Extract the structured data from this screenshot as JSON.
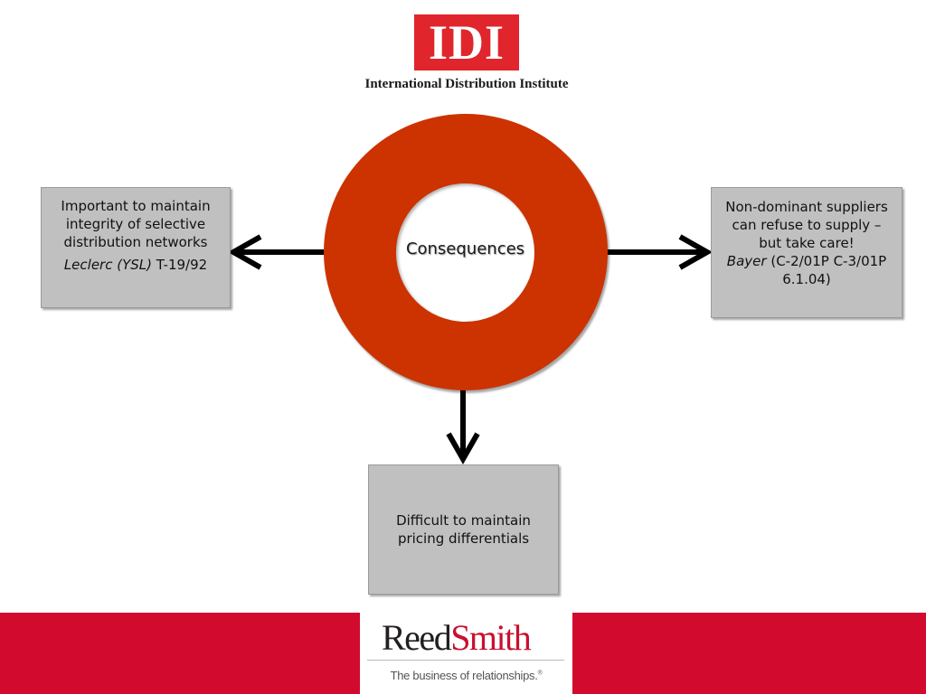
{
  "header": {
    "logo_text": "IDI",
    "subtitle": "International Distribution Institute"
  },
  "center": {
    "label": "Consequences"
  },
  "left_box": {
    "text": "Important to maintain integrity of selective distribution networks",
    "case_italic": "Leclerc (YSL)",
    "case_ref": "T-19/92"
  },
  "right_box": {
    "text": "Non-dominant suppliers can refuse to supply – but take care!",
    "case_italic": "Bayer",
    "case_ref": "(C-2/01P C-3/01P 6.1.04)"
  },
  "bottom_box": {
    "text": "Difficult to maintain pricing differentials"
  },
  "footer": {
    "brand_first": "Reed",
    "brand_second": "Smith",
    "tagline": "The business of relationships.",
    "tagline_mark": "®"
  },
  "colors": {
    "ring": "#cc3300",
    "box": "#c0c0c0",
    "footer_band": "#d20a2e",
    "idi_red": "#e0252c"
  }
}
